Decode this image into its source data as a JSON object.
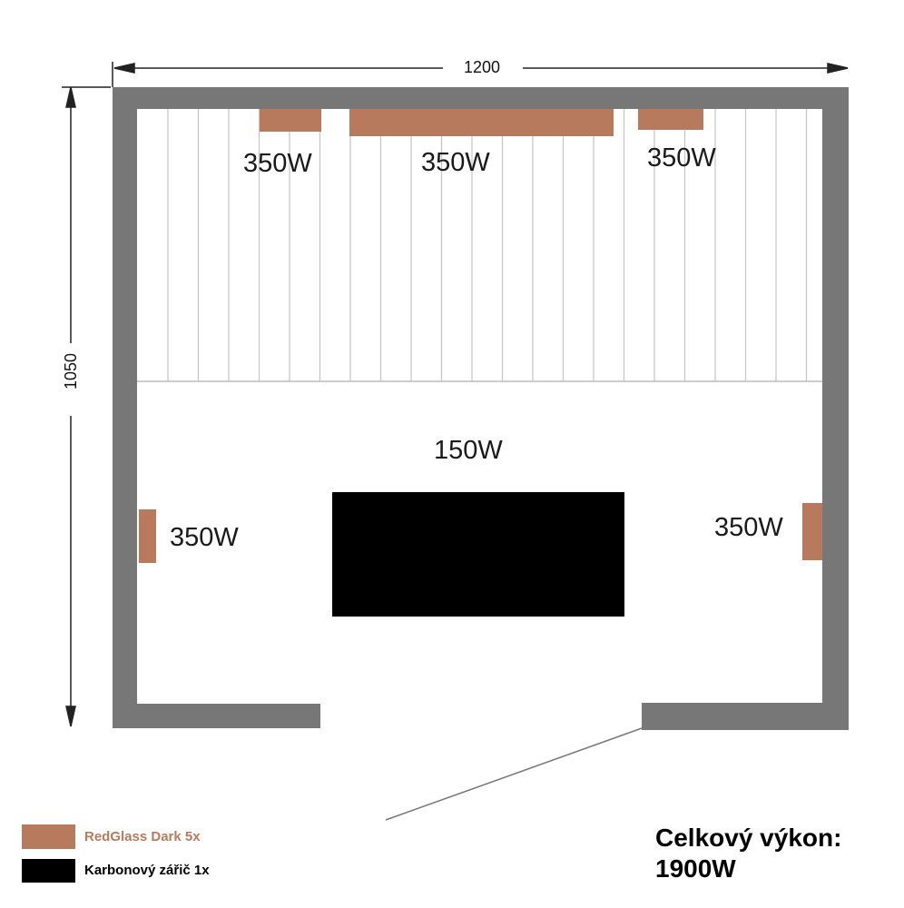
{
  "colors": {
    "wall": "#777777",
    "redglass": "#b87a5c",
    "carbon": "#000000",
    "plank_line": "#c8c8c8"
  },
  "dimensions": {
    "width_label": "1200",
    "depth_label": "1050"
  },
  "heaters": {
    "back_left": "350W",
    "back_center": "350W",
    "back_right": "350W",
    "side_left": "350W",
    "side_right": "350W",
    "floor_carbon": "150W"
  },
  "legend": {
    "redglass_label": "RedGlass Dark 5x",
    "carbon_label": "Karbonový zářič 1x"
  },
  "total": {
    "label": "Celkový výkon:",
    "value": "1900W"
  }
}
